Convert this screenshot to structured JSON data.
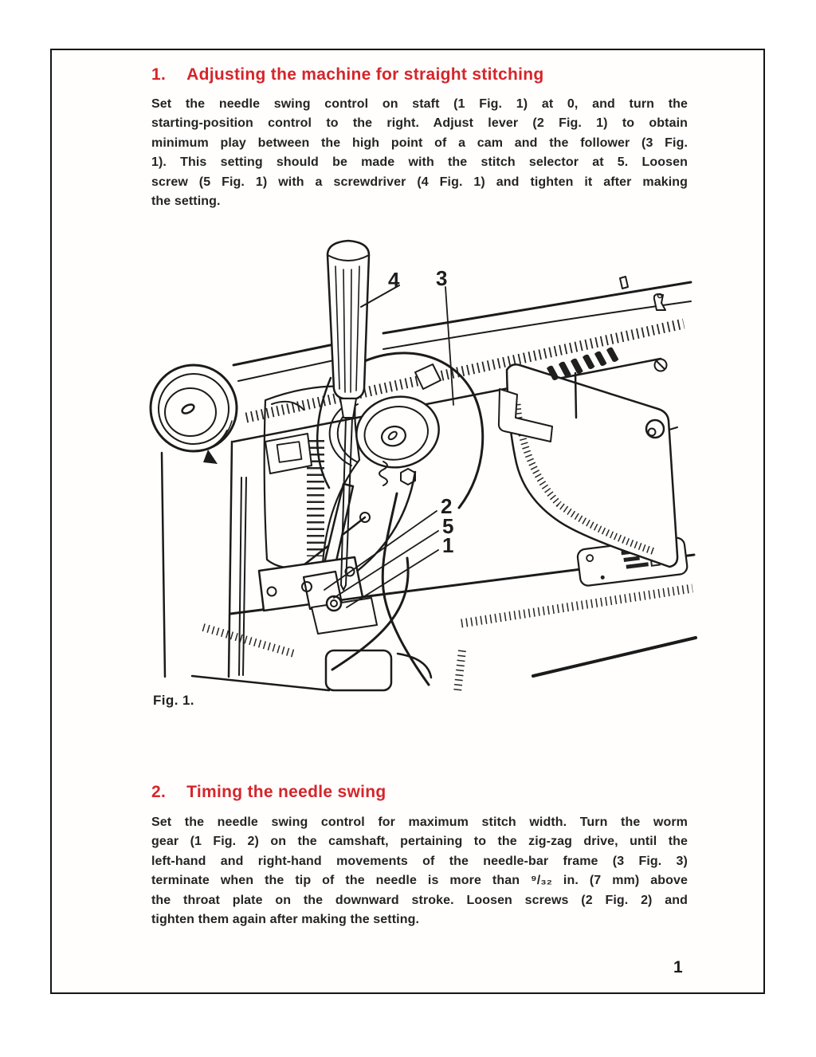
{
  "page": {
    "number": "1",
    "accent_red": "#d5252a",
    "ink": "#1f1f1f"
  },
  "section1": {
    "number": "1.",
    "title": "Adjusting the machine for straight stitching",
    "body_lines": [
      "Set the needle swing control on staft (1 Fig. 1) at 0, and turn the",
      "starting-position control to the right. Adjust lever (2 Fig. 1) to obtain",
      "minimum play between the high point of a cam and the follower (3 Fig.",
      "1). This setting should be made with the stitch selector at 5. Loosen",
      "screw (5 Fig. 1) with a screwdriver (4 Fig. 1) and tighten it after making",
      "the setting."
    ]
  },
  "figure": {
    "caption": "Fig. 1.",
    "callouts": [
      "4",
      "3",
      "2",
      "5",
      "1"
    ]
  },
  "section2": {
    "number": "2.",
    "title": "Timing the needle swing",
    "body_lines": [
      "Set the needle swing control for maximum stitch width. Turn the worm",
      "gear (1 Fig. 2) on the camshaft, pertaining to the zig-zag drive, until the",
      "left-hand and right-hand movements of the needle-bar frame (3 Fig. 3)",
      "terminate when the tip of the needle is more than ⁹/₃₂ in. (7 mm) above",
      "the throat plate on the downward stroke. Loosen screws (2 Fig. 2) and",
      "tighten them again after making the setting."
    ]
  }
}
